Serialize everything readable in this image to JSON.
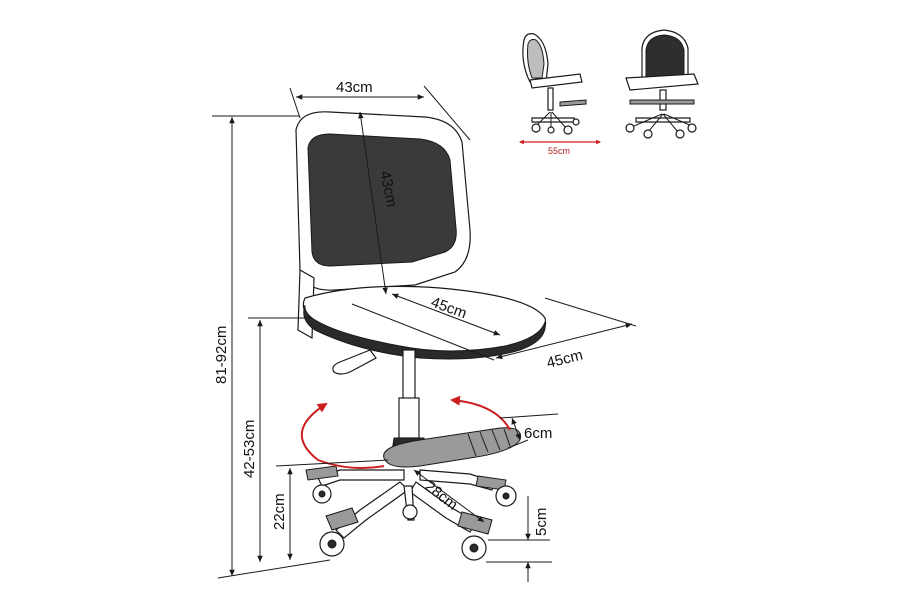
{
  "dimensions": {
    "back_width": "43cm",
    "back_height": "43cm",
    "seat_depth": "45cm",
    "seat_width": "45cm",
    "total_height": "81-92cm",
    "seat_height": "42-53cm",
    "footrest_height": "22cm",
    "footrest_depth": "6cm",
    "footrest_radius": "28cm",
    "wheel_height": "5cm",
    "side_view_depth": "55cm"
  },
  "colors": {
    "lines": "#1a1a1a",
    "rotation_arrows": "#cc1f1f",
    "mesh": "#3a3a3a"
  }
}
